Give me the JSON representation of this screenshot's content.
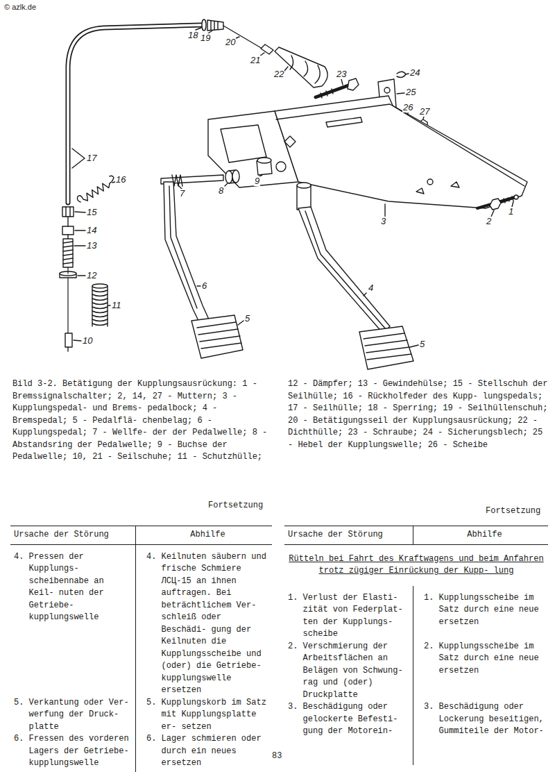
{
  "diagram": {
    "caption": "Bild 3-2. Betätigung der Kupplungsausrückung: 1 - Bremssignalschalter; 2, 14, 27 - Muttern; 3 - Kupplungspedal- und Brems- pedalbock; 4 - Bremspedal; 5 - Pedalflä- chenbelag; 6 - Kupplungspedal; 7 - Wellfe- der der Pedalwelle; 8 - Abstandsring der Pedalwelle; 9 - Buchse der Pedalwelle; 10, 21 - Seilschuhe; 11 - Schutzhülle; 12 - Dämpfer; 13 - Gewindehülse; 15 - Stellschuh der Seilhülle; 16 - Rückholfeder des Kupp- lungspedals; 17 - Seilhülle; 18 - Sperring; 19 - Seilhüllenschuh; 20 - Betätigungsseil der Kupplungsausrückung; 22 - Dichthülle; 23 - Schraube; 24 - Sicherungsblech; 25 - Hebel der Kupplungswelle; 26 - Scheibe",
    "labels": [
      "© azlk.de",
      "18",
      "19",
      "20",
      "21",
      "22",
      "24",
      "23",
      "25",
      "26",
      "27",
      "17",
      "16",
      "7",
      "8",
      "9",
      "3",
      "2",
      "1",
      "15",
      "14",
      "13",
      "12",
      "11",
      "6",
      "4",
      "5",
      "5",
      "10",
      "Fortsetzung",
      "Fortsetzung",
      "Ursache der Störung",
      "Abhilfe",
      "4. Pressen der Kupplungs- scheibennabe an Keil- nuten der Getriebe- kupplungswelle",
      "4. Keilnuten säubern und frische Schmiere ЛСЦ-15 an ihnen auftragen. Bei beträchtlichem Ver- schleiß oder Beschädi- gung der Keilnuten die Kupplungsscheibe und (oder) die Getriebe- kupplungswelle ersetzen",
      "5. Verkantung oder Ver- werfung der Druck- platte",
      "5. Kupplungskorb im Satz mit Kupplungsplatte er- setzen",
      "6. Fressen des vorderen Lagers der Getriebe- kupplungswelle",
      "6. Lager schmieren oder durch ein neues ersetzen",
      "Ursache der Störung",
      "Abhilfe",
      "Rütteln bei Fahrt des Kraftwagens und beim Anfahren trotz zügiger Einrückung der Kupp- lung",
      "1. Verlust der Elasti- zität von Federplat- ten der Kupplungs- scheibe",
      "1. Kupplungsscheibe im Satz durch eine neue ersetzen",
      "2. Verschmierung der Arbeitsflächen an Belägen von Schwung- rag und (oder) Druckplatte",
      "2. Kupplungsscheibe im Satz durch eine neue ersetzen",
      "3. Beschädigung oder gelockerte Befesti- gung der Motorein-",
      "3. Beschädigung oder Lockerung beseitigen, Gummiteile der Motor-",
      "83"
    ]
  }
}
